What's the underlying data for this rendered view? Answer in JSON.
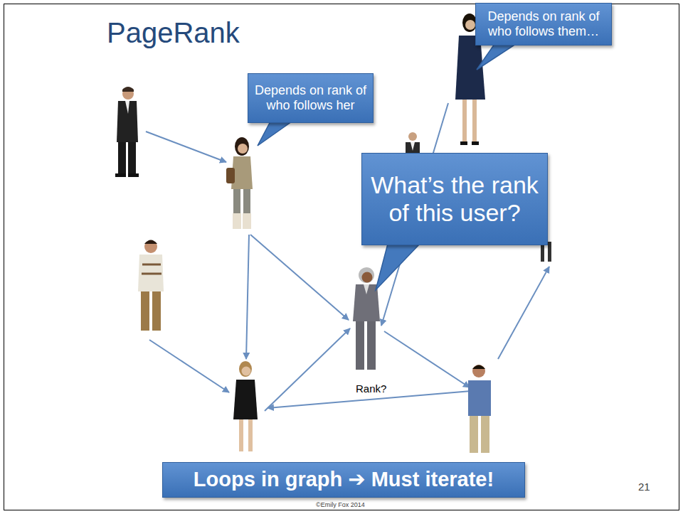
{
  "diagram": {
    "title": "PageRank",
    "nodes": [
      {
        "text": [
          "Depends on rank of who follows them…"
        ]
      },
      {
        "text": [
          "Depends on rank of who follows her"
        ]
      },
      {
        "text": [
          "What’s the rank of this user?"
        ]
      },
      {
        "text": [
          "Loops in graph ➔ Must iterate!"
        ]
      }
    ],
    "labels": [
      "Rank?",
      "21",
      "©Emily Fox 2014"
    ]
  }
}
